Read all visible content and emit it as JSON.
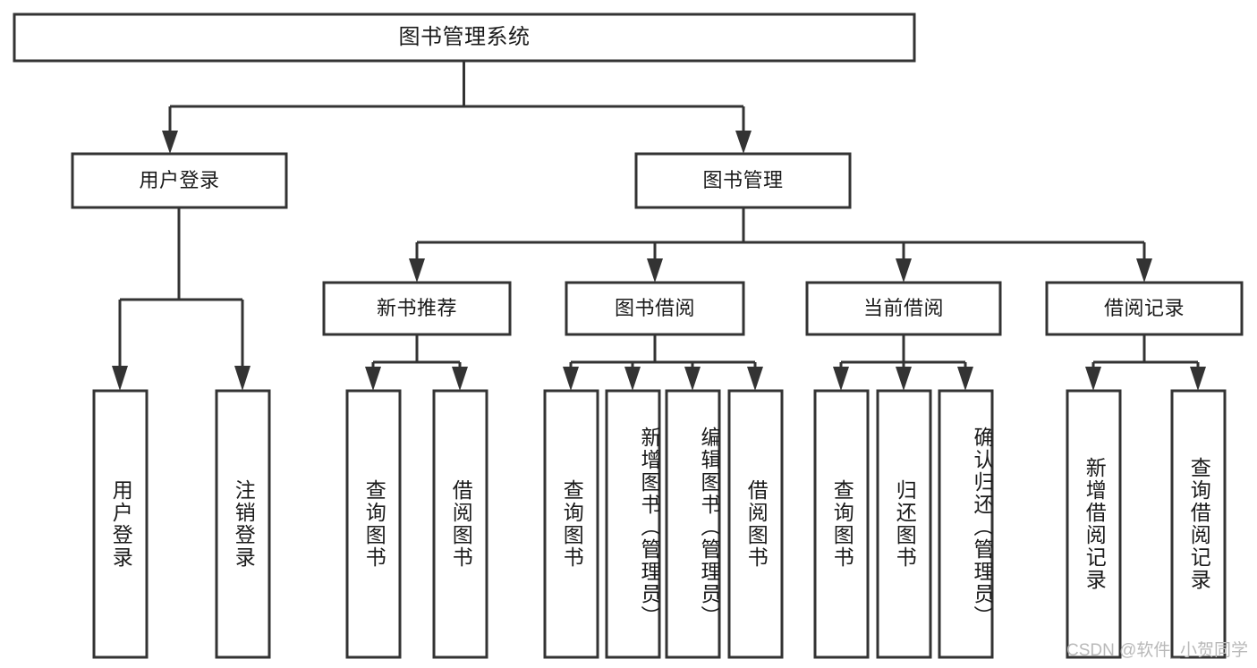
{
  "diagram": {
    "title": "图书管理系统",
    "type": "hierarchy-tree",
    "watermark": "CSDN @软件_小贺同学",
    "colors": {
      "box_stroke": "#333333",
      "box_fill": "#ffffff",
      "text": "#1a1a1a",
      "background": "#ffffff",
      "watermark": "#b9b9b9"
    },
    "nodes": {
      "root": {
        "label": "图书管理系统"
      },
      "level2": [
        {
          "label": "用户登录"
        },
        {
          "label": "图书管理"
        }
      ],
      "level3": [
        {
          "label": "新书推荐"
        },
        {
          "label": "图书借阅"
        },
        {
          "label": "当前借阅"
        },
        {
          "label": "借阅记录"
        }
      ],
      "leaves_user_login": [
        {
          "label": "用户登录"
        },
        {
          "label": "注销登录"
        }
      ],
      "leaves_new_book": [
        {
          "label": "查询图书"
        },
        {
          "label": "借阅图书"
        }
      ],
      "leaves_borrow": [
        {
          "label": "查询图书"
        },
        {
          "label": "新增图书（管理员）"
        },
        {
          "label": "编辑图书（管理员）"
        },
        {
          "label": "借阅图书"
        }
      ],
      "leaves_current": [
        {
          "label": "查询图书"
        },
        {
          "label": "归还图书"
        },
        {
          "label": "确认归还（管理员）"
        }
      ],
      "leaves_records": [
        {
          "label": "新增借阅记录"
        },
        {
          "label": "查询借阅记录"
        }
      ]
    }
  }
}
